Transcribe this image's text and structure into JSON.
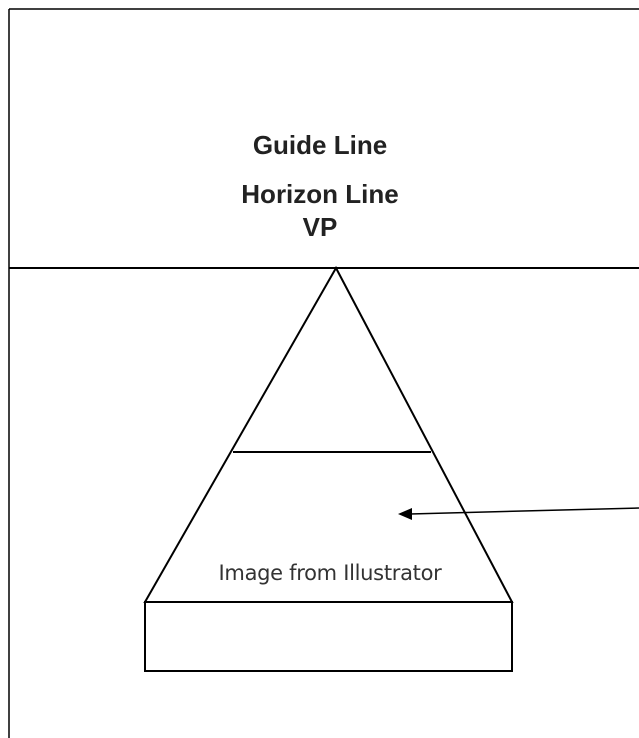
{
  "labels": {
    "guide_line": "Guide Line",
    "horizon_line": "Horizon Line",
    "vp": "VP",
    "caption": "Image from Illustrator"
  },
  "colors": {
    "background": "#ffffff",
    "stroke": "#000000",
    "text": "#222222"
  }
}
